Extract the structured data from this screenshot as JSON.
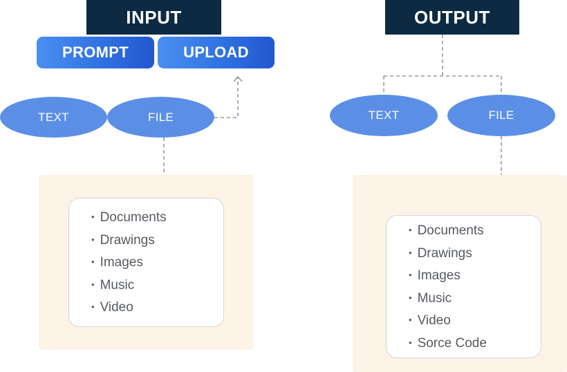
{
  "input": {
    "title": "INPUT",
    "buttons": {
      "prompt": "PROMPT",
      "upload": "UPLOAD"
    },
    "types": {
      "text": "TEXT",
      "file": "FILE"
    },
    "file_items": [
      "Documents",
      "Drawings",
      "Images",
      "Music",
      "Video"
    ]
  },
  "output": {
    "title": "OUTPUT",
    "types": {
      "text": "TEXT",
      "file": "FILE"
    },
    "file_items": [
      "Documents",
      "Drawings",
      "Images",
      "Music",
      "Video",
      "Sorce Code"
    ]
  },
  "colors": {
    "header_bg": "#0c2a42",
    "button_blue": "#2e6fe0",
    "ellipse_blue": "#5b8fe6",
    "panel_bg": "#fdf3e7",
    "connector": "#9a9a9a"
  }
}
